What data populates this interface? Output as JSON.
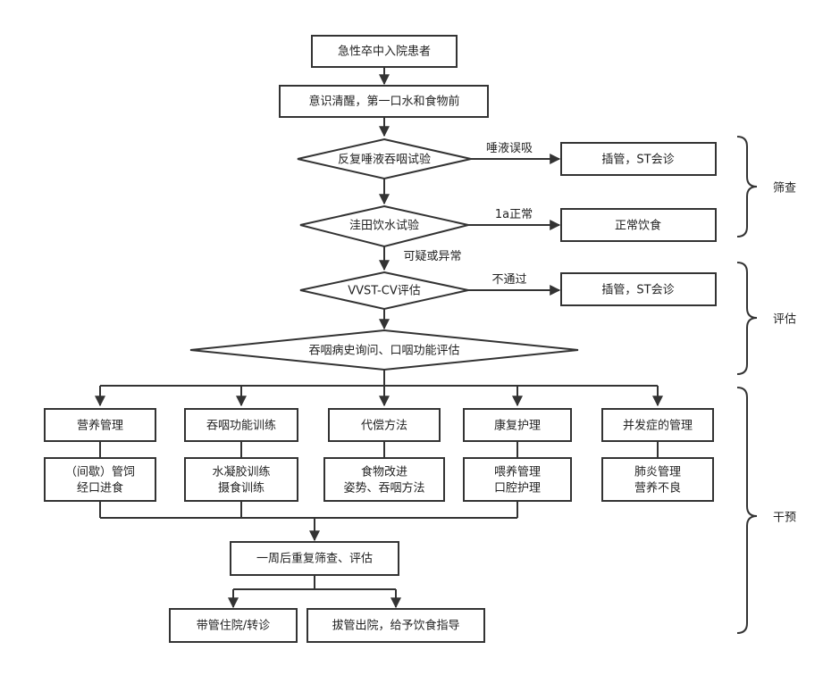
{
  "nodes": {
    "start": "急性卒中入院患者",
    "conscious": "意识清醒，第一口水和食物前",
    "rsst": "反复唾液吞咽试验",
    "intubate_1": "插管，ST会诊",
    "wst": "洼田饮水试验",
    "normal_diet": "正常饮食",
    "vvst": "VVST-CV评估",
    "intubate_2": "插管，ST会诊",
    "history": "吞咽病史询问、口咽功能评估",
    "nutrition": "营养管理",
    "training": "吞咽功能训练",
    "compensation": "代偿方法",
    "nursing": "康复护理",
    "complication": "并发症的管理",
    "nutrition_d1": "（间歇）管饲",
    "nutrition_d2": "经口进食",
    "training_d1": "水凝胶训练",
    "training_d2": "摄食训练",
    "compensation_d1": "食物改进",
    "compensation_d2": "姿势、吞咽方法",
    "nursing_d1": "喂养管理",
    "nursing_d2": "口腔护理",
    "complication_d1": "肺炎管理",
    "complication_d2": "营养不良",
    "repeat": "一周后重复筛查、评估",
    "tube_stay": "带管住院/转诊",
    "extubate": "拔管出院，给予饮食指导"
  },
  "edge_labels": {
    "aspiration": "唾液误吸",
    "grade_1a": "1a正常",
    "suspicious": "可疑或异常",
    "fail": "不通过"
  },
  "phases": {
    "screening": "筛查",
    "assessment": "评估",
    "intervention": "干预"
  }
}
